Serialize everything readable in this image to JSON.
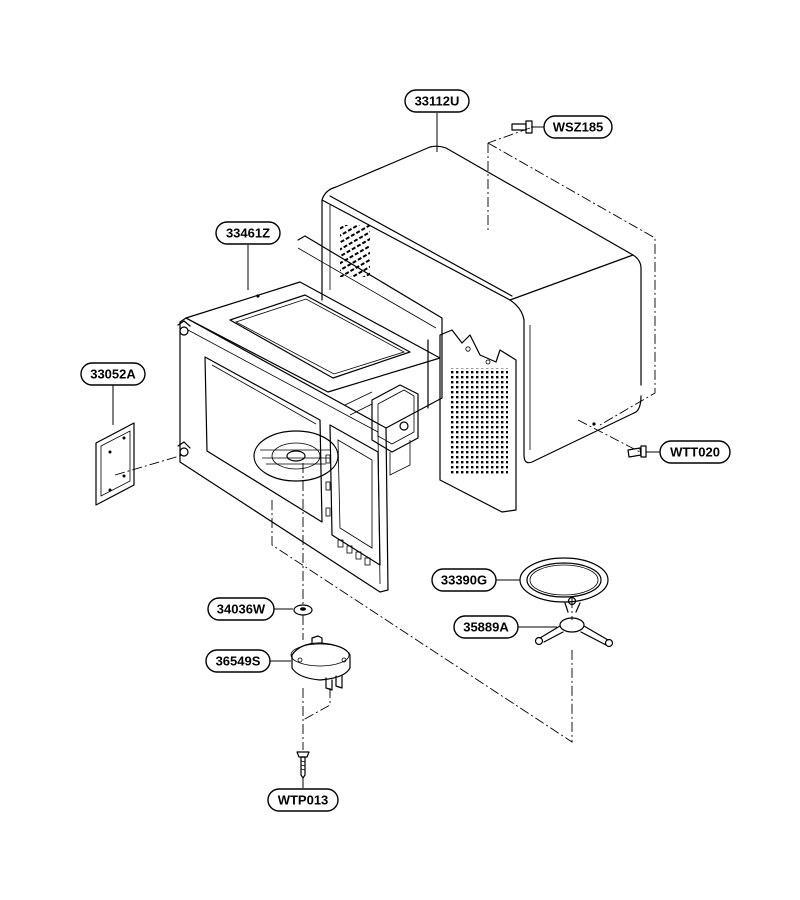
{
  "parts": [
    {
      "key": "outer_case",
      "code": "33112U",
      "name": "outer-case"
    },
    {
      "key": "case_screw",
      "code": "WSZ185",
      "name": "case-screw"
    },
    {
      "key": "cavity",
      "code": "33461Z",
      "name": "cavity-assembly"
    },
    {
      "key": "cover_plate",
      "code": "33052A",
      "name": "waveguide-cover"
    },
    {
      "key": "rear_screw",
      "code": "WTT020",
      "name": "rear-screw"
    },
    {
      "key": "glass_tray",
      "code": "33390G",
      "name": "glass-tray"
    },
    {
      "key": "roller_rest",
      "code": "35889A",
      "name": "roller-rest"
    },
    {
      "key": "coupler",
      "code": "34036W",
      "name": "coupler"
    },
    {
      "key": "motor",
      "code": "36549S",
      "name": "turntable-motor"
    },
    {
      "key": "motor_screw",
      "code": "WTP013",
      "name": "motor-screw"
    }
  ]
}
